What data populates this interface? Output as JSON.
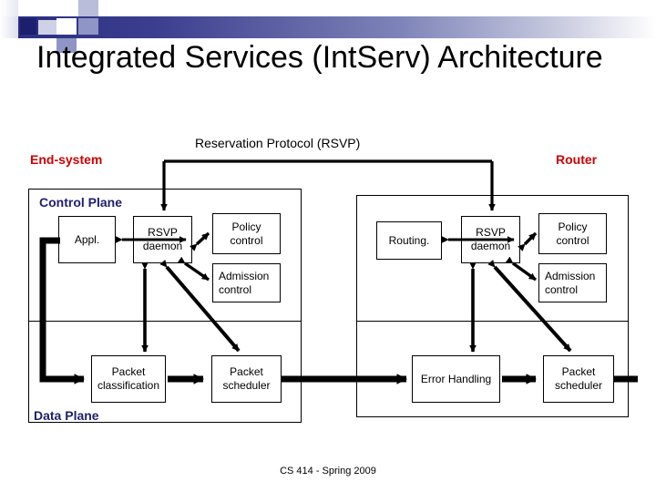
{
  "slide": {
    "title": "Integrated Services (IntServ) Architecture",
    "footer": "CS 414 - Spring 2009",
    "colors": {
      "accent_red": "#cc0000",
      "plane_label_navy": "#1f1f6e",
      "deco_navy": "#2b2f80",
      "line_black": "#000000",
      "background": "#ffffff"
    }
  },
  "labels": {
    "end_system": "End-system",
    "router": "Router",
    "reservation_protocol": "Reservation Protocol (RSVP)",
    "control_plane": "Control Plane",
    "data_plane": "Data Plane"
  },
  "end_system": {
    "control_plane_boxes": [
      {
        "id": "appl",
        "label": "Appl."
      },
      {
        "id": "rsvp",
        "label": "RSVP daemon"
      },
      {
        "id": "policy",
        "label": "Policy control"
      },
      {
        "id": "admission",
        "label": "Admission control"
      }
    ],
    "data_plane_boxes": [
      {
        "id": "packet-classification",
        "label": "Packet classification"
      },
      {
        "id": "packet-scheduler",
        "label": "Packet scheduler"
      }
    ]
  },
  "router": {
    "control_plane_boxes": [
      {
        "id": "routing",
        "label": "Routing."
      },
      {
        "id": "rsvp",
        "label": "RSVP daemon"
      },
      {
        "id": "policy",
        "label": "Policy control"
      },
      {
        "id": "admission",
        "label": "Admission control"
      }
    ],
    "data_plane_boxes": [
      {
        "id": "error-handling",
        "label": "Error Handling"
      },
      {
        "id": "packet-scheduler",
        "label": "Packet scheduler"
      }
    ]
  }
}
